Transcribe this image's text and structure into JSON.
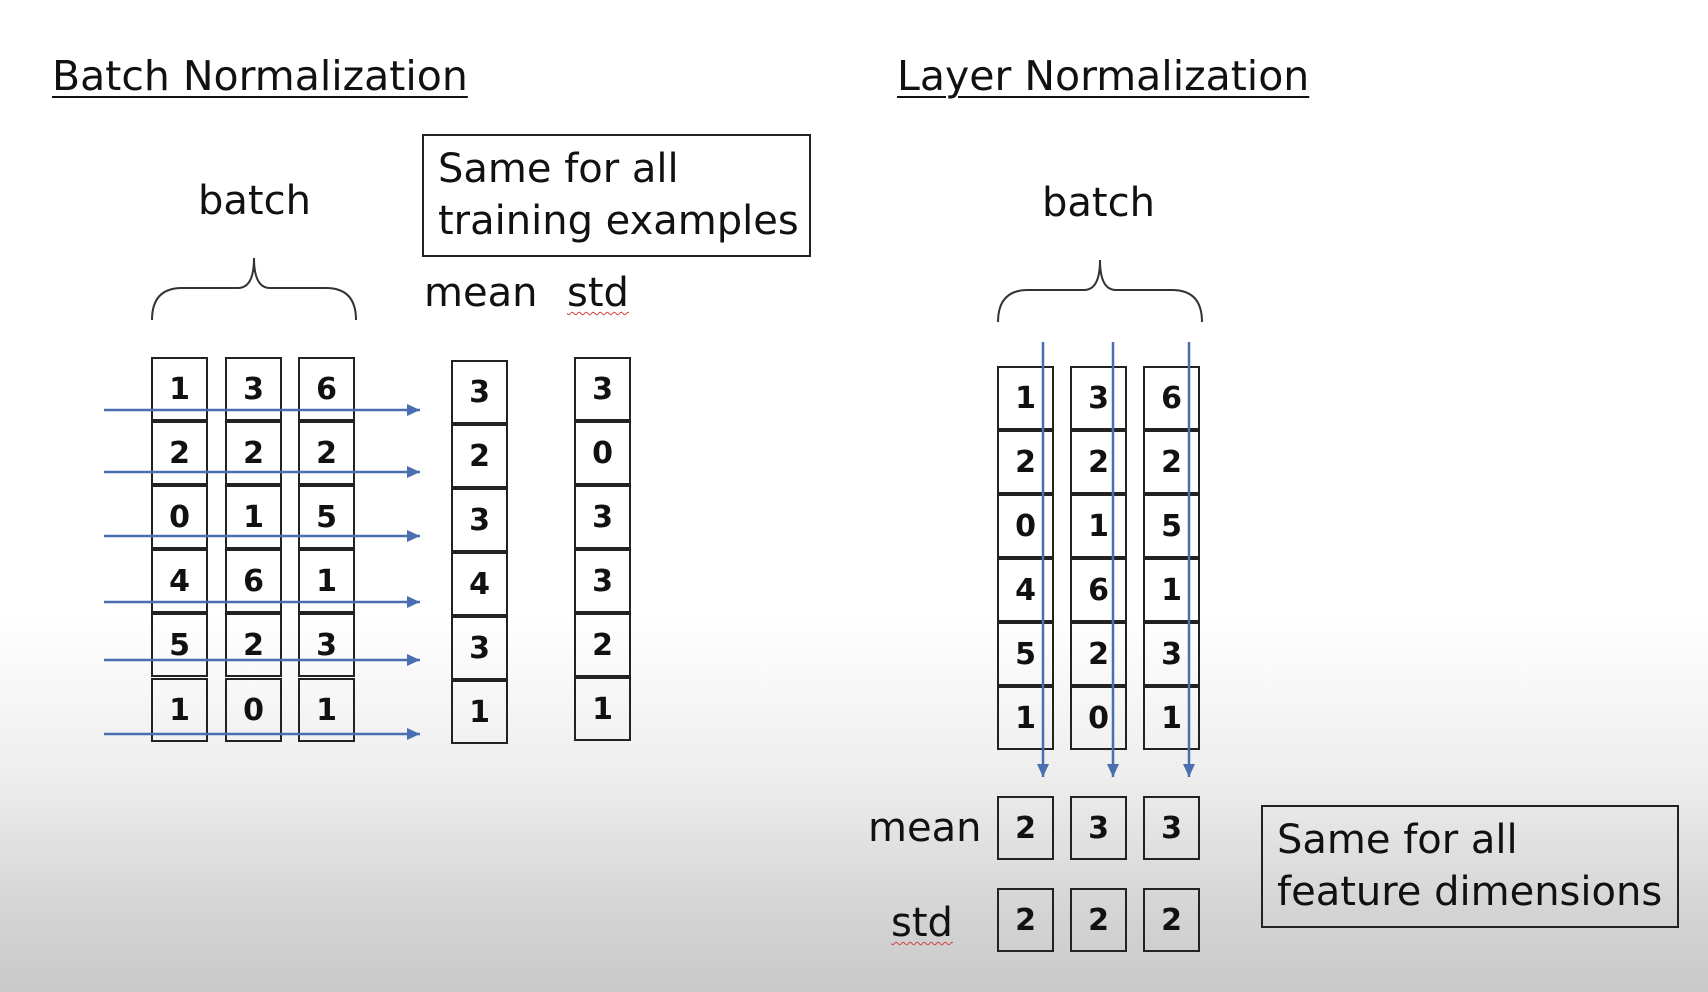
{
  "batch_norm": {
    "title": "Batch Normalization",
    "batch_label": "batch",
    "note_lines": [
      "Same for all",
      "training examples"
    ],
    "mean_label": "mean",
    "std_label": "std",
    "matrix": [
      [
        1,
        3,
        6
      ],
      [
        2,
        2,
        2
      ],
      [
        0,
        1,
        5
      ],
      [
        4,
        6,
        1
      ],
      [
        5,
        2,
        3
      ],
      [
        1,
        0,
        1
      ]
    ],
    "mean": [
      3,
      2,
      3,
      4,
      3,
      1
    ],
    "std": [
      3,
      0,
      3,
      3,
      2,
      1
    ]
  },
  "layer_norm": {
    "title": "Layer Normalization",
    "batch_label": "batch",
    "note_lines": [
      "Same for all",
      "feature dimensions"
    ],
    "mean_label": "mean",
    "std_label": "std",
    "matrix": [
      [
        1,
        3,
        6
      ],
      [
        2,
        2,
        2
      ],
      [
        0,
        1,
        5
      ],
      [
        4,
        6,
        1
      ],
      [
        5,
        2,
        3
      ],
      [
        1,
        0,
        1
      ]
    ],
    "mean": [
      2,
      3,
      3
    ],
    "std": [
      2,
      2,
      2
    ]
  },
  "colors": {
    "arrow": "#4a6fb0",
    "border": "#222222",
    "spellcheck": "#d04040"
  }
}
